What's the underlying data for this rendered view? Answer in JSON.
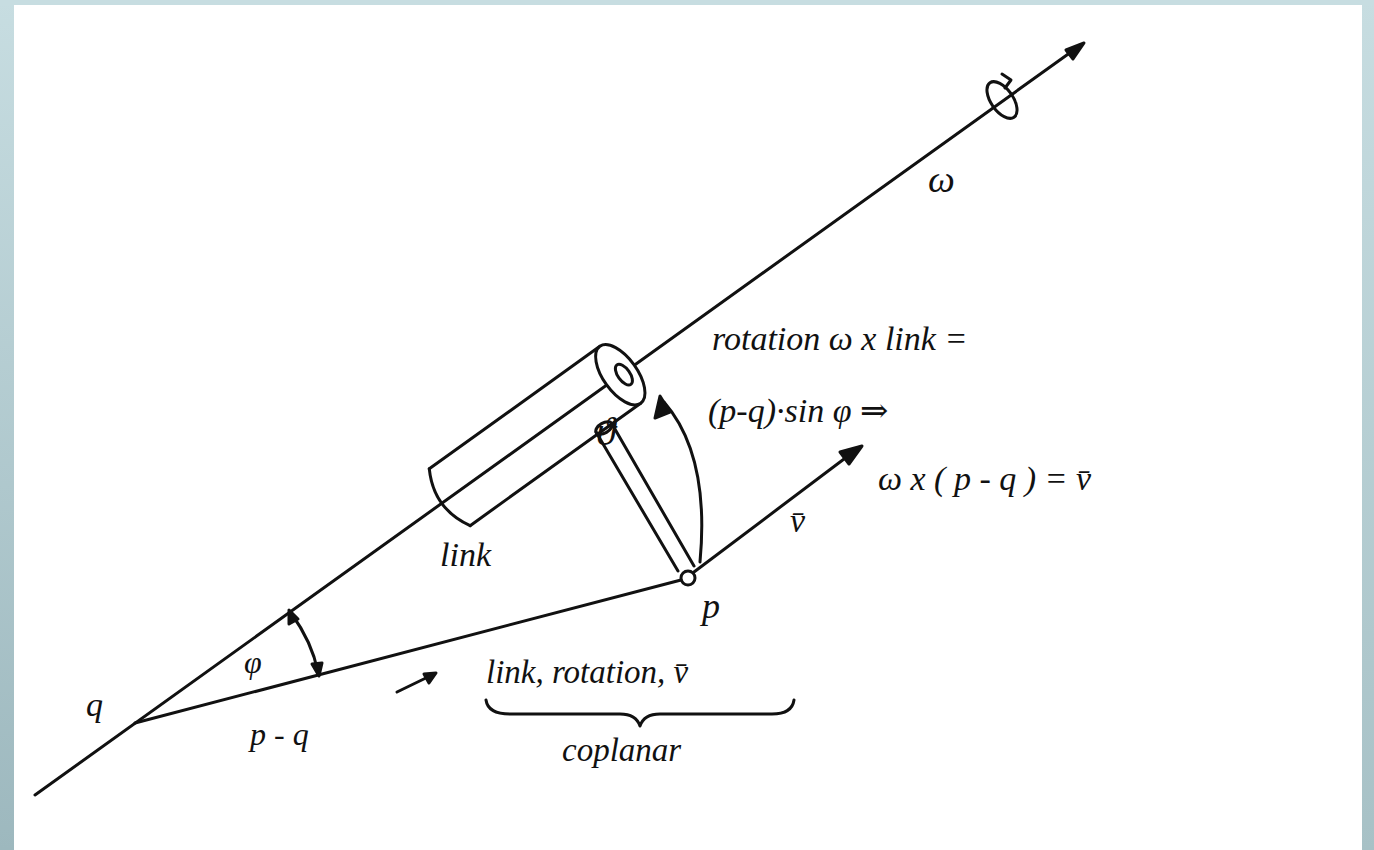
{
  "diagram": {
    "labels": [
      "ω",
      "q",
      "φ",
      "p - q",
      "link",
      "ϑ",
      "p",
      "v̄",
      "rotation  ω x link =",
      "(p-q)·sin φ ⇒",
      "ω x ( p - q ) = v̄",
      "link, rotation, v̄",
      "coplanar"
    ]
  }
}
